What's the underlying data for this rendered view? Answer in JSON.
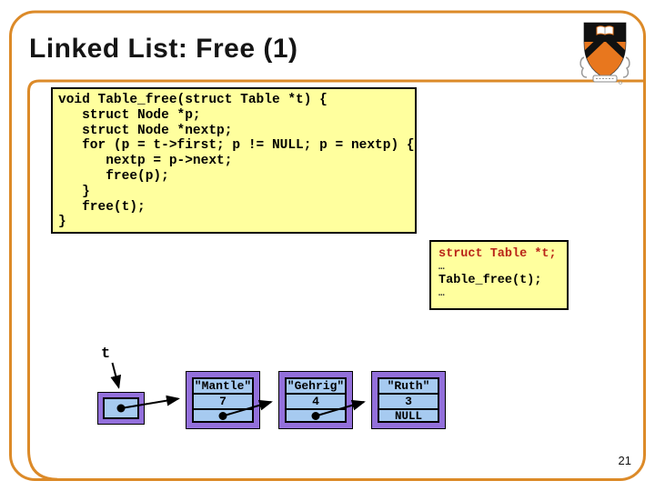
{
  "slide": {
    "title": "Linked List: Free (1)",
    "page_number": "21"
  },
  "colors": {
    "accent": "#DC8A28",
    "box_fill": "#FFFF9E",
    "keyword_red": "#B92418",
    "node_purple": "#9370DB",
    "cell_blue": "#A6CAF0",
    "shield_orange": "#E8771E"
  },
  "code_box": {
    "lines": [
      "void Table_free(struct Table *t) {",
      "   struct Node *p;",
      "   struct Node *nextp;",
      "   for (p = t->first; p != NULL; p = nextp) {",
      "      nextp = p->next;",
      "      free(p);",
      "   }",
      "   free(t);",
      "}"
    ]
  },
  "call_box": {
    "declaration": "struct Table *t;",
    "ellipsis_top": "…",
    "call": "Table_free(t);",
    "ellipsis_bottom": "…"
  },
  "diagram": {
    "pointer_label": "t",
    "nodes": [
      {
        "name": "\"Mantle\"",
        "value": "7",
        "next": "pointer-dot"
      },
      {
        "name": "\"Gehrig\"",
        "value": "4",
        "next": "pointer-dot"
      },
      {
        "name": "\"Ruth\"",
        "value": "3",
        "next": "NULL"
      }
    ]
  },
  "logo": {
    "name": "princeton-shield"
  }
}
